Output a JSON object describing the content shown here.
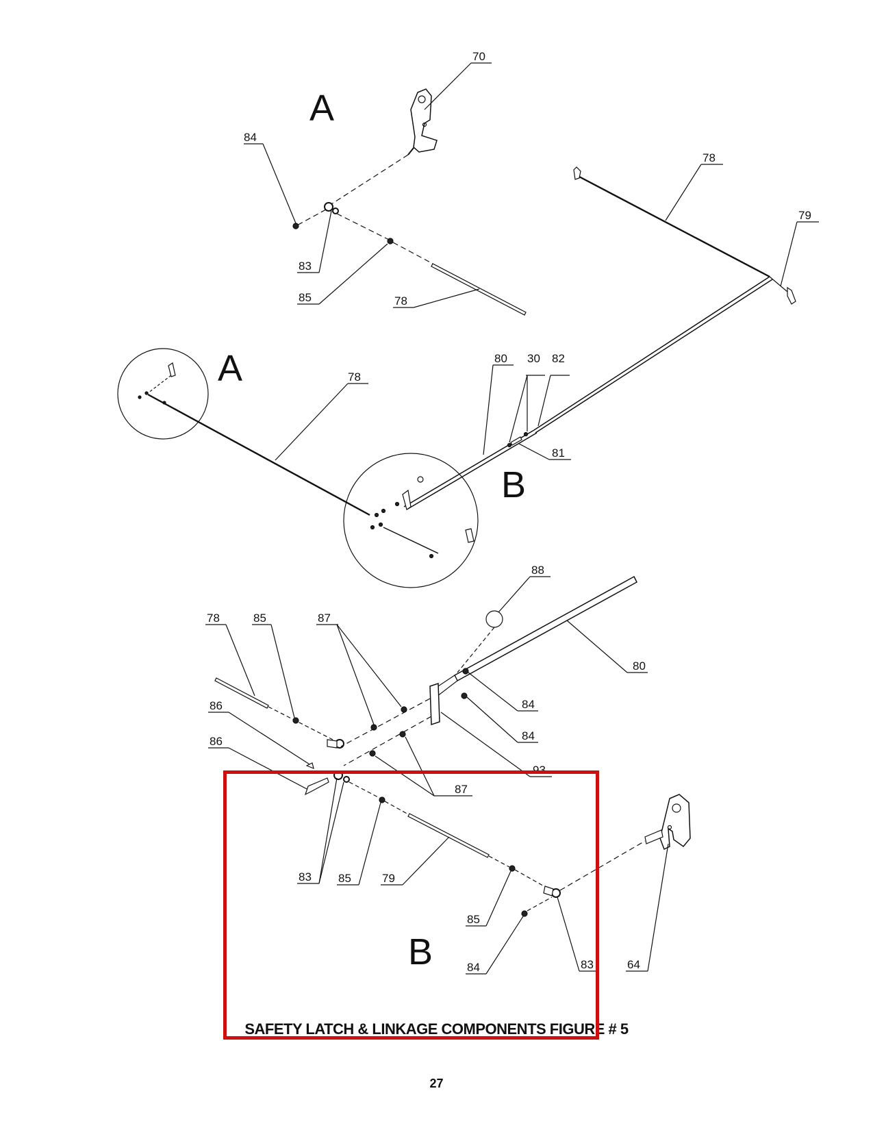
{
  "figure": {
    "caption": "SAFETY LATCH & LINKAGE COMPONENTS    FIGURE # 5",
    "page_number": "27"
  },
  "detail_labels": {
    "a_top": "A",
    "a_mid": "A",
    "b_mid": "B",
    "b_bottom": "B"
  },
  "callouts": {
    "c70": "70",
    "c84_top": "84",
    "c83_top": "83",
    "c85_top": "85",
    "c78_top": "78",
    "c78_right": "78",
    "c79_right": "79",
    "c78_mid": "78",
    "c80_mid": "80",
    "c30_mid": "30",
    "c82_mid": "82",
    "c81_mid": "81",
    "c88": "88",
    "c78_b": "78",
    "c85_b": "85",
    "c87_b": "87",
    "c80_b": "80",
    "c84_b1": "84",
    "c84_b2": "84",
    "c86_b1": "86",
    "c86_b2": "86",
    "c93_b": "93",
    "c87_b2": "87",
    "c83_b": "83",
    "c85_b2": "85",
    "c79_b": "79",
    "c85_b3": "85",
    "c84_b3": "84",
    "c83_b2": "83",
    "c64_b": "64"
  },
  "highlight_color": "#cc1010"
}
